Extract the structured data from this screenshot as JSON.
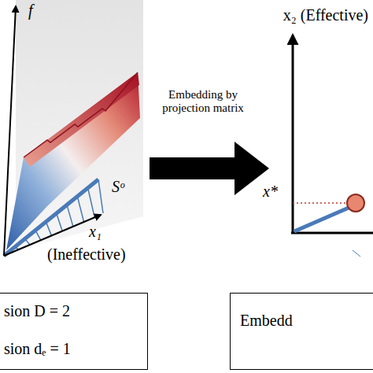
{
  "diagram": {
    "nodes": [
      {
        "text": [
          "sion D = 2",
          "sion dₑ = 1"
        ]
      },
      {
        "text": [
          "Embedd"
        ]
      }
    ],
    "labels": [
      "f",
      "x₁",
      "(Ineffective)",
      "Sᵒ",
      "Embedding by projection matrix",
      "x₂ (Effective)",
      "x*"
    ]
  }
}
